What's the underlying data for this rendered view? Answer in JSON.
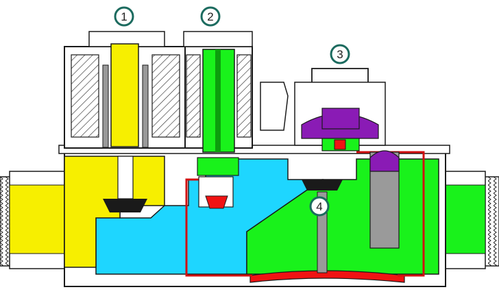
{
  "colors": {
    "callout_ring": "#1c6b5f",
    "outline": "#1a1a1a",
    "body_fill": "#ffffff",
    "hatch": "#222222",
    "chamber_yellow": "#f7ef00",
    "chamber_green": "#19f21b",
    "chamber_cyan": "#1ed6ff",
    "chamber_purple": "#8a1bb5",
    "chamber_red": "#f01313",
    "pilot_line": "#d11010",
    "gray_parts": "#9a9a9a"
  },
  "callouts": [
    {
      "id": "1",
      "label": "1",
      "component": "solenoid-valve-1"
    },
    {
      "id": "2",
      "label": "2",
      "component": "solenoid-valve-2"
    },
    {
      "id": "3",
      "label": "3",
      "component": "pressure-regulator"
    },
    {
      "id": "4",
      "label": "4",
      "component": "main-diaphragm-valve"
    }
  ],
  "icons": [
    "solenoid-coil-icon",
    "spring-icon",
    "diaphragm-icon",
    "hex-thread-icon"
  ]
}
